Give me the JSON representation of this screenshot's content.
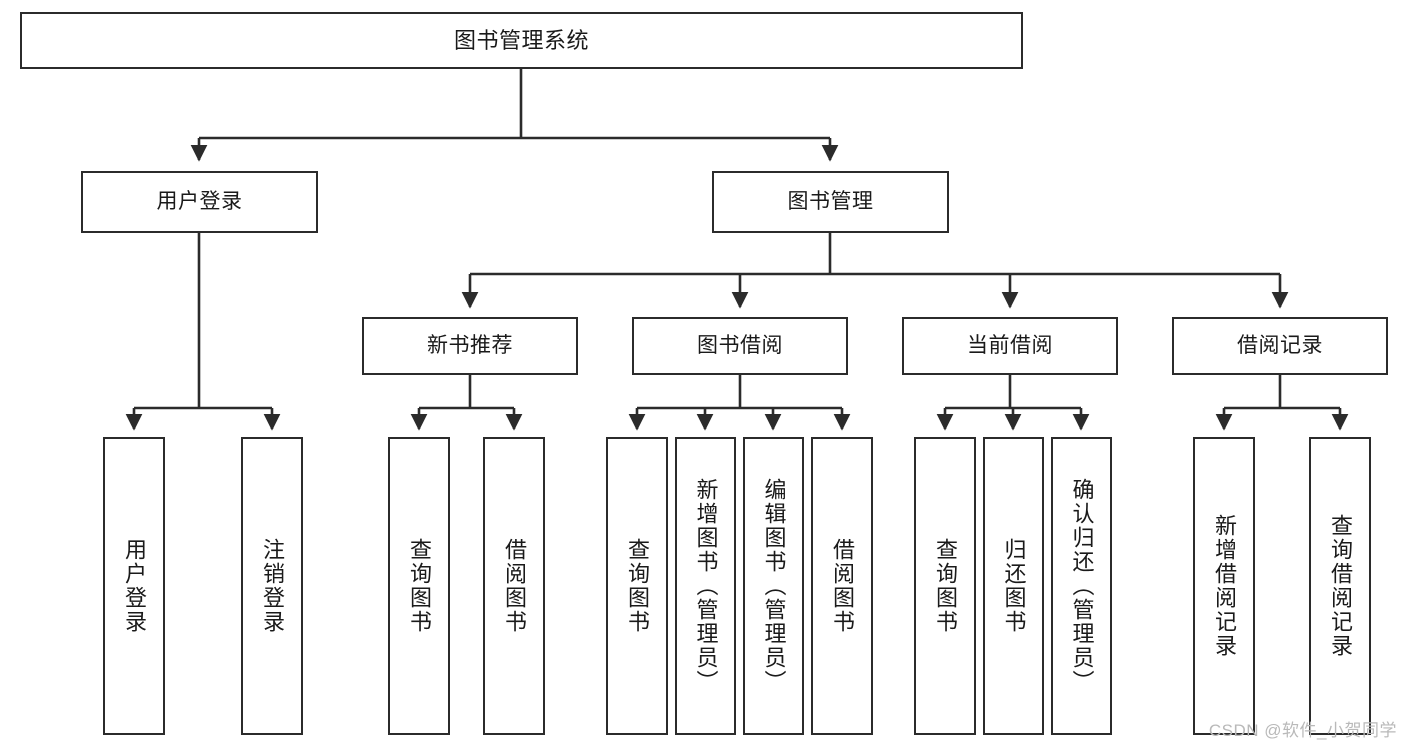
{
  "diagram": {
    "title": "图书管理系统",
    "type": "hierarchy-tree",
    "edge_color": "#2b2b2b",
    "box_border_color": "#2b2b2b",
    "box_fill_color": "#ffffff",
    "text_color": "#1a1a1a"
  },
  "nodes": {
    "root": {
      "label": "图书管理系统"
    },
    "level1": [
      {
        "id": "user-login",
        "label": "用户登录"
      },
      {
        "id": "book-management",
        "label": "图书管理"
      }
    ],
    "level2": [
      {
        "id": "new-book-recommend",
        "label": "新书推荐"
      },
      {
        "id": "book-borrow",
        "label": "图书借阅"
      },
      {
        "id": "current-borrow",
        "label": "当前借阅"
      },
      {
        "id": "borrow-record",
        "label": "借阅记录"
      }
    ],
    "leaves": {
      "user_login": [
        {
          "id": "leaf-user-login",
          "label": "用户登录"
        },
        {
          "id": "leaf-logout-login",
          "label": "注销登录"
        }
      ],
      "new_book_recommend": [
        {
          "id": "leaf-query-book-1",
          "label": "查询图书"
        },
        {
          "id": "leaf-borrow-book-1",
          "label": "借阅图书"
        }
      ],
      "book_borrow": [
        {
          "id": "leaf-query-book-2",
          "label": "查询图书"
        },
        {
          "id": "leaf-add-book",
          "label": "新增图书（管理员）"
        },
        {
          "id": "leaf-edit-book",
          "label": "编辑图书（管理员）"
        },
        {
          "id": "leaf-borrow-book-2",
          "label": "借阅图书"
        }
      ],
      "current_borrow": [
        {
          "id": "leaf-query-book-3",
          "label": "查询图书"
        },
        {
          "id": "leaf-return-book",
          "label": "归还图书"
        },
        {
          "id": "leaf-confirm-return",
          "label": "确认归还（管理员）"
        }
      ],
      "borrow_record": [
        {
          "id": "leaf-add-record",
          "label": "新增借阅记录"
        },
        {
          "id": "leaf-query-record",
          "label": "查询借阅记录"
        }
      ]
    }
  },
  "watermark": {
    "text": "CSDN @软件_小贺同学"
  }
}
